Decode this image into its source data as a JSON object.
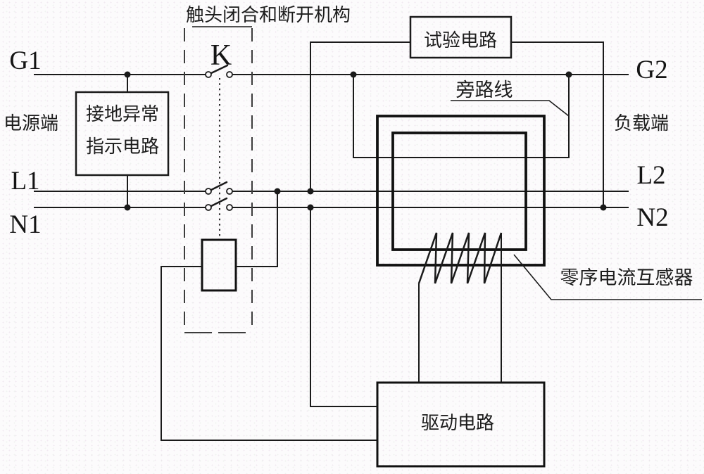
{
  "title": "触头闭合和断开机构",
  "terminals": {
    "g1": "G1",
    "l1": "L1",
    "n1": "N1",
    "g2": "G2",
    "l2": "L2",
    "n2": "N2"
  },
  "switch": {
    "label": "K"
  },
  "sides": {
    "source": "电源端",
    "load": "负载端"
  },
  "boxes": {
    "ground_fault_indicator": {
      "line1": "接地异常",
      "line2": "指示电路"
    },
    "test_circuit": "试验电路",
    "drive_circuit": "驱动电路"
  },
  "annotations": {
    "bypass_line": "旁路线",
    "zero_sequence_ct": "零序电流互感器"
  },
  "colors": {
    "line": "#1a1a1a",
    "background": "#fcfbfc"
  }
}
